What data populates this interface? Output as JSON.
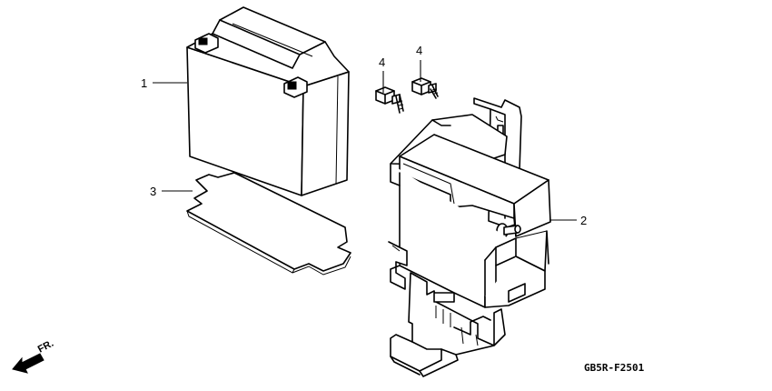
{
  "diagram": {
    "callouts": [
      {
        "id": "1",
        "label": "1",
        "part": "battery"
      },
      {
        "id": "2",
        "label": "2",
        "part": "battery-box"
      },
      {
        "id": "3",
        "label": "3",
        "part": "battery-pad"
      },
      {
        "id": "4a",
        "label": "4",
        "part": "bolt"
      },
      {
        "id": "4b",
        "label": "4",
        "part": "bolt"
      }
    ],
    "front_marker": "FR.",
    "diagram_code": "GB5R-F2501"
  }
}
